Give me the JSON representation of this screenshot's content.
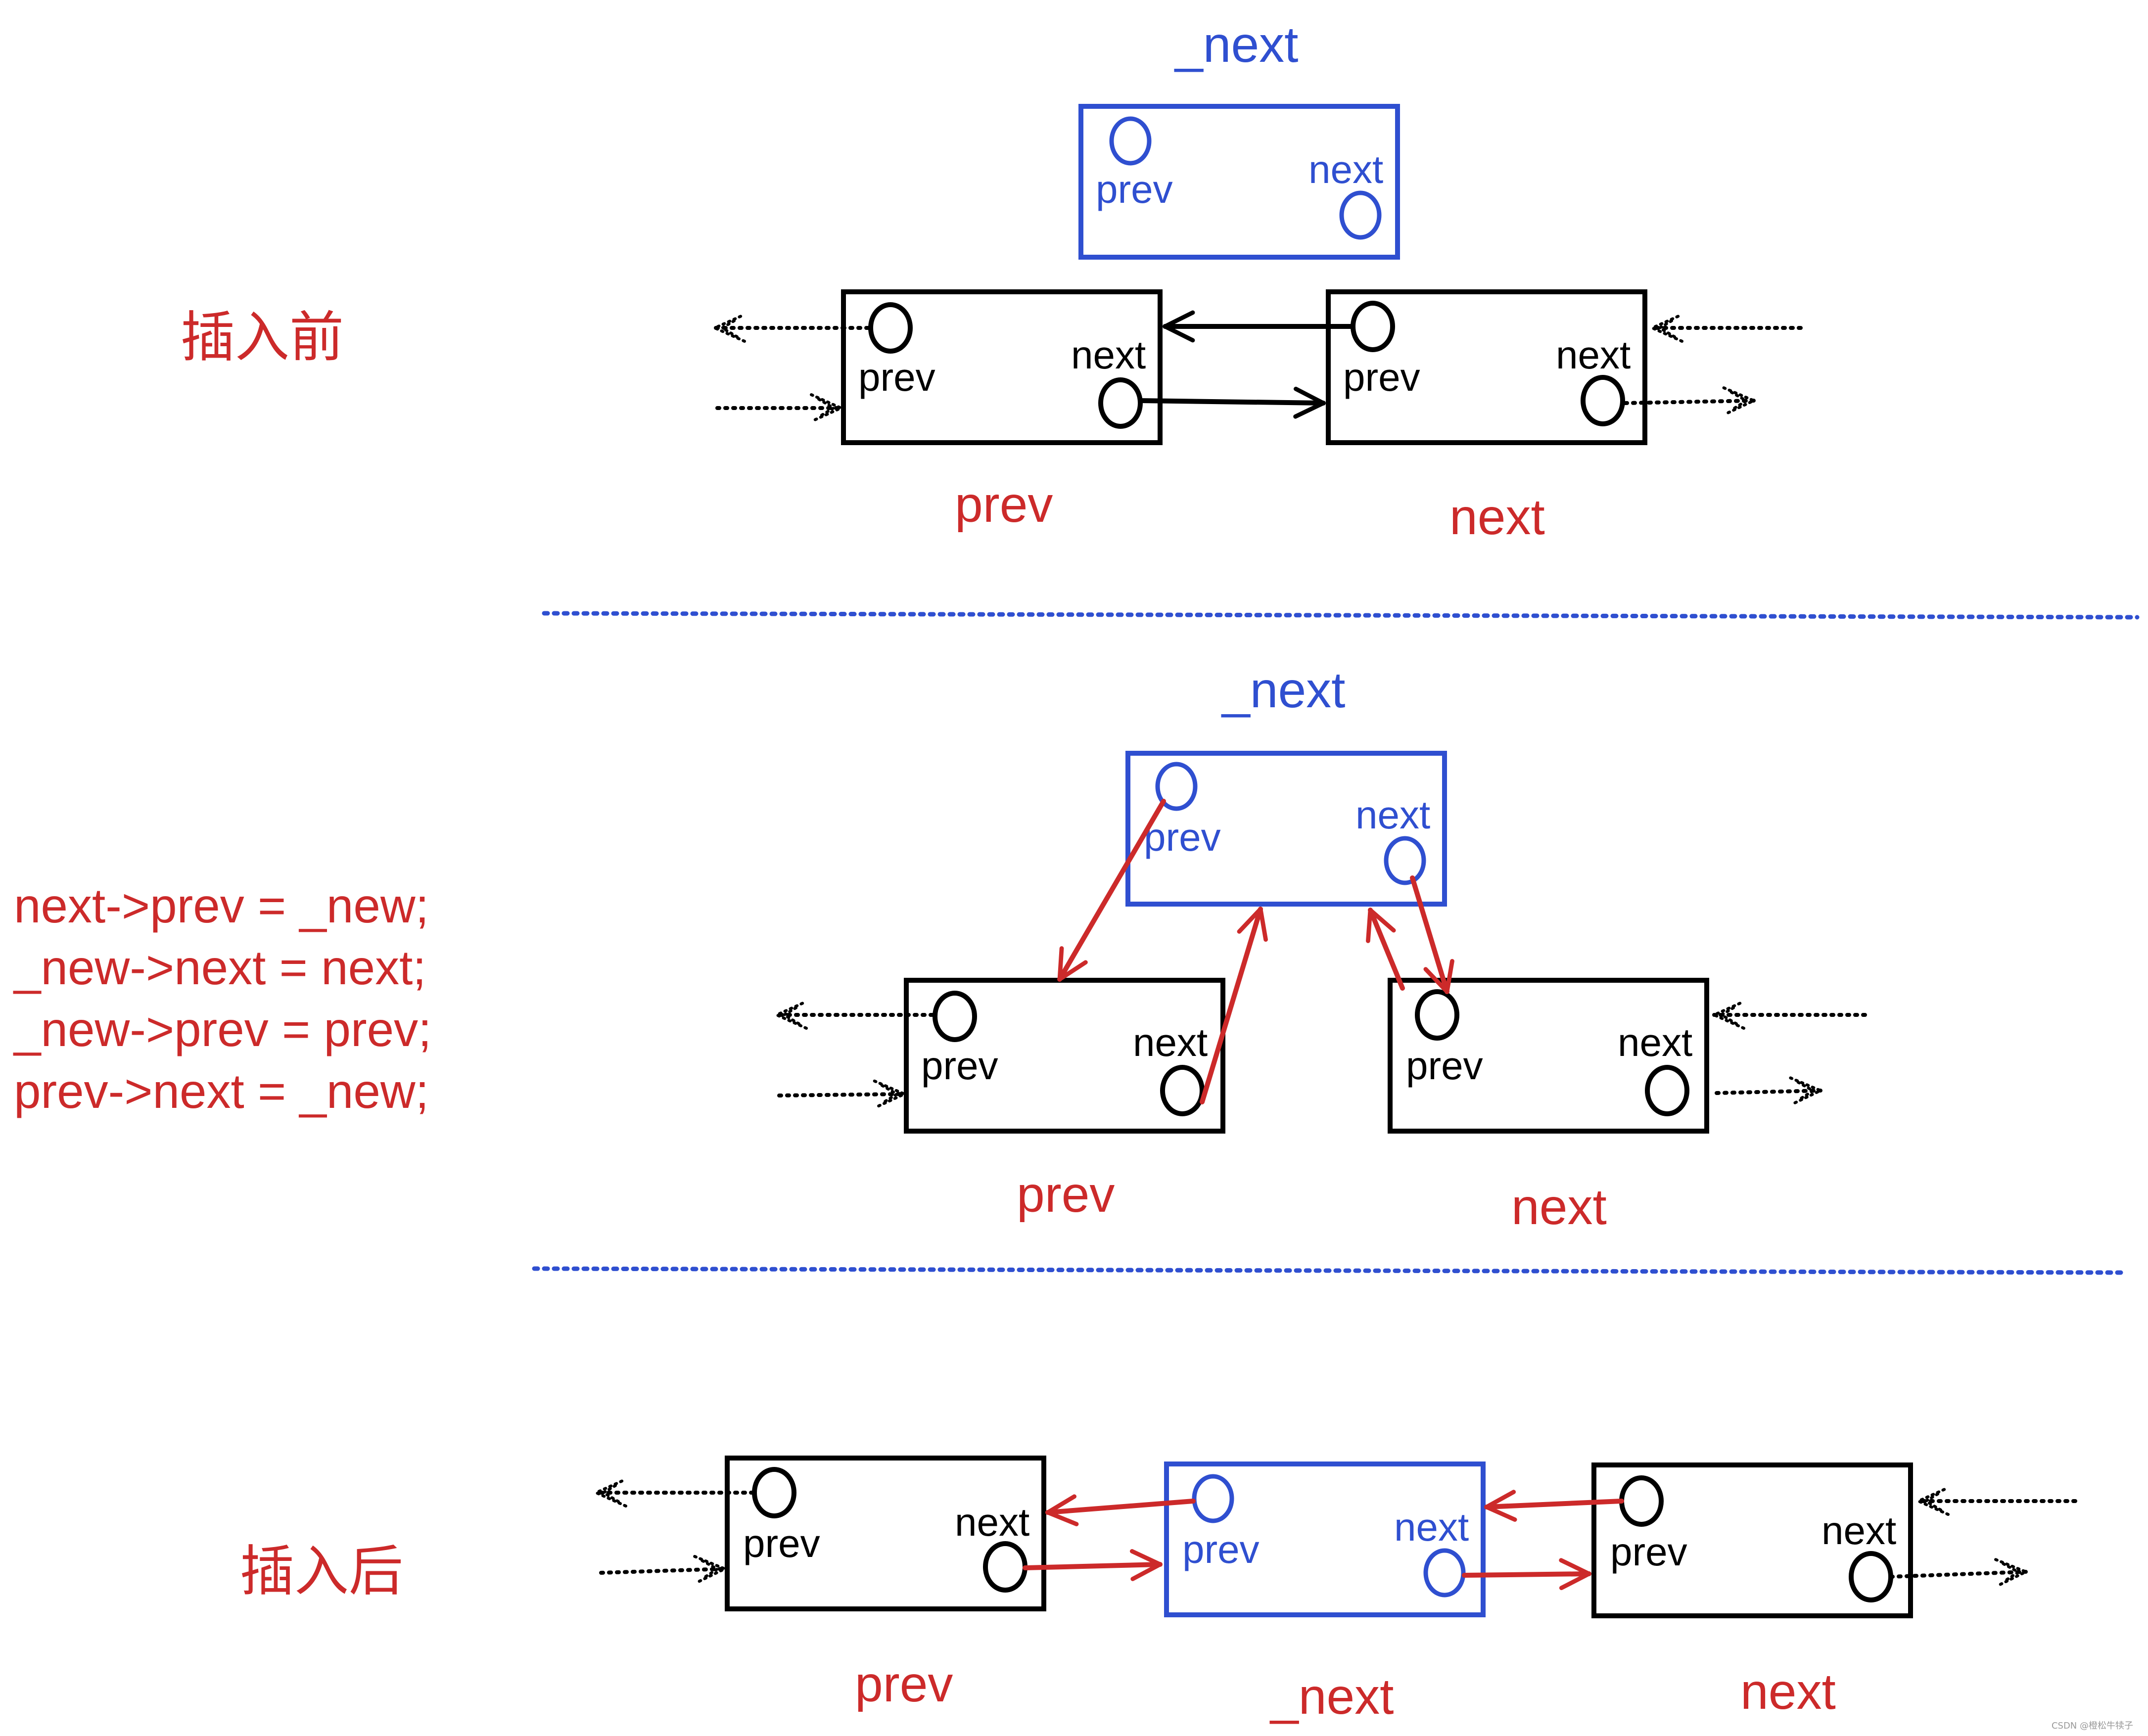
{
  "colors": {
    "red": "#cc2a2a",
    "blue": "#2f4fd0",
    "black": "#000000"
  },
  "section_before": {
    "label": "插入前",
    "new_node_title": "_next",
    "new_node_prev_field": "prev",
    "new_node_next_field": "next",
    "left_node_prev_field": "prev",
    "left_node_next_field": "next",
    "right_node_prev_field": "prev",
    "right_node_next_field": "next",
    "left_node_caption": "prev",
    "right_node_caption": "next"
  },
  "section_middle": {
    "code_lines": [
      "next->prev = _new;",
      "_new->next = next;",
      "_new->prev = prev;",
      "prev->next = _new;"
    ],
    "new_node_title": "_next",
    "new_node_prev_field": "prev",
    "new_node_next_field": "next",
    "left_node_prev_field": "prev",
    "left_node_next_field": "next",
    "right_node_prev_field": "prev",
    "right_node_next_field": "next",
    "left_node_caption": "prev",
    "right_node_caption": "next"
  },
  "section_after": {
    "label": "插入后",
    "left_node_prev_field": "prev",
    "left_node_next_field": "next",
    "mid_node_prev_field": "prev",
    "mid_node_next_field": "next",
    "right_node_prev_field": "prev",
    "right_node_next_field": "next",
    "left_node_caption": "prev",
    "mid_node_caption": "_next",
    "right_node_caption": "next"
  },
  "watermark": "CSDN @橙松牛犊子"
}
